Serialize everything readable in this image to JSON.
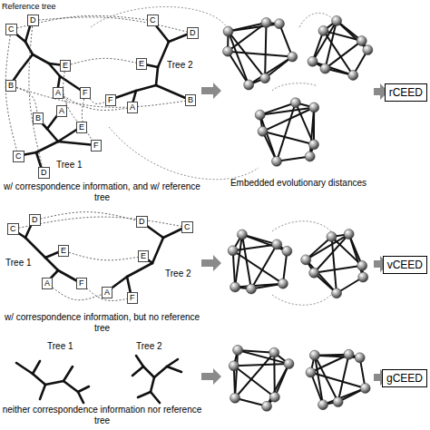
{
  "diagram": {
    "nodes": [
      {
        "text": [
          "C"
        ]
      },
      {
        "text": [
          "D"
        ]
      },
      {
        "text": [
          "B"
        ]
      },
      {
        "text": [
          "E"
        ]
      },
      {
        "text": [
          "A"
        ]
      },
      {
        "text": [
          "F"
        ]
      },
      {
        "text": [
          "C"
        ]
      },
      {
        "text": [
          "D"
        ]
      },
      {
        "text": [
          "E"
        ]
      },
      {
        "text": [
          "F"
        ]
      },
      {
        "text": [
          "A"
        ]
      },
      {
        "text": [
          "B"
        ]
      },
      {
        "text": [
          "A"
        ]
      },
      {
        "text": [
          "B"
        ]
      },
      {
        "text": [
          "E"
        ]
      },
      {
        "text": [
          "F"
        ]
      },
      {
        "text": [
          "C"
        ]
      },
      {
        "text": [
          "D"
        ]
      },
      {
        "text": [
          "rCEED"
        ]
      },
      {
        "text": [
          "C"
        ]
      },
      {
        "text": [
          "D"
        ]
      },
      {
        "text": [
          "E"
        ]
      },
      {
        "text": [
          "A"
        ]
      },
      {
        "text": [
          "F"
        ]
      },
      {
        "text": [
          "D"
        ]
      },
      {
        "text": [
          "C"
        ]
      },
      {
        "text": [
          "E"
        ]
      },
      {
        "text": [
          "A"
        ]
      },
      {
        "text": [
          "F"
        ]
      },
      {
        "text": [
          "vCEED"
        ]
      },
      {
        "text": [
          "gCEED"
        ]
      }
    ],
    "edges": [
      {
        "from": 0,
        "to": 6,
        "arrow": "none"
      },
      {
        "from": 1,
        "to": 7,
        "arrow": "none"
      },
      {
        "from": 2,
        "to": 11,
        "arrow": "none"
      },
      {
        "from": 3,
        "to": 8,
        "arrow": "none"
      },
      {
        "from": 4,
        "to": 10,
        "arrow": "none"
      },
      {
        "from": 5,
        "to": 9,
        "arrow": "none"
      },
      {
        "from": 0,
        "to": 16,
        "arrow": "none"
      },
      {
        "from": 1,
        "to": 17,
        "arrow": "none"
      },
      {
        "from": 2,
        "to": 13,
        "arrow": "none"
      },
      {
        "from": 3,
        "to": 14,
        "arrow": "none"
      },
      {
        "from": 4,
        "to": 12,
        "arrow": "none"
      },
      {
        "from": 5,
        "to": 15,
        "arrow": "none"
      },
      {
        "from": 19,
        "to": 25,
        "arrow": "none"
      },
      {
        "from": 20,
        "to": 24,
        "arrow": "none"
      },
      {
        "from": 21,
        "to": 26,
        "arrow": "none"
      },
      {
        "from": 22,
        "to": 27,
        "arrow": "none"
      },
      {
        "from": 23,
        "to": 28,
        "arrow": "none"
      }
    ],
    "labels": [
      "Reference tree",
      "Tree 2",
      "Tree 1",
      "w/ correspondence information, and w/ reference tree",
      "Embedded evolutionary distances",
      "Tree 2",
      "Tree 1",
      "w/ correspondence information, but no reference tree",
      "Tree 1",
      "Tree 2",
      "neither correspondence information nor reference tree"
    ]
  }
}
